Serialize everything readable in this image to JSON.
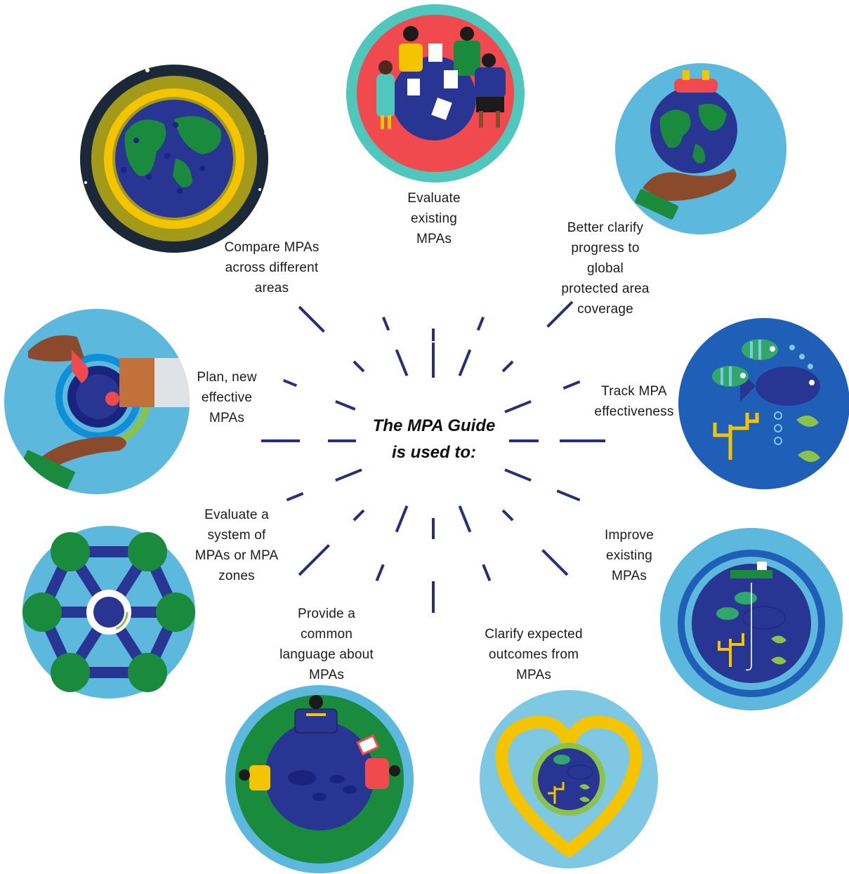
{
  "center_title": "The MPA Guide\nis used to:",
  "uses": [
    {
      "label": "Evaluate\nexisting\nMPAs",
      "icon": "people-evaluating-globe-icon"
    },
    {
      "label": "Better clarify\nprogress to\nglobal\nprotected area\ncoverage",
      "icon": "hand-holding-globe-icon"
    },
    {
      "label": "Track MPA\neffectiveness",
      "icon": "fish-and-coral-icon"
    },
    {
      "label": "Improve\nexisting\nMPAs",
      "icon": "ocean-with-boat-icon"
    },
    {
      "label": "Clarify expected\noutcomes from\nMPAs",
      "icon": "heart-ocean-icon"
    },
    {
      "label": "Provide a\ncommon\nlanguage about\nMPAs",
      "icon": "people-around-ocean-icon"
    },
    {
      "label": "Evaluate a\nsystem of\nMPAs or MPA\nzones",
      "icon": "mpa-network-icon"
    },
    {
      "label": "Plan, new\neffective\nMPAs",
      "icon": "hands-planning-map-icon"
    },
    {
      "label": "Compare MPAs\nacross different\nareas",
      "icon": "globe-with-markers-icon"
    }
  ],
  "colors": {
    "ray": "#262f7a",
    "ocean_dark": "#283593",
    "ocean_light": "#5cb8dc",
    "land": "#1a8a3c",
    "gold": "#f5c400",
    "red": "#f04a4f",
    "teal": "#4fc7bd"
  }
}
